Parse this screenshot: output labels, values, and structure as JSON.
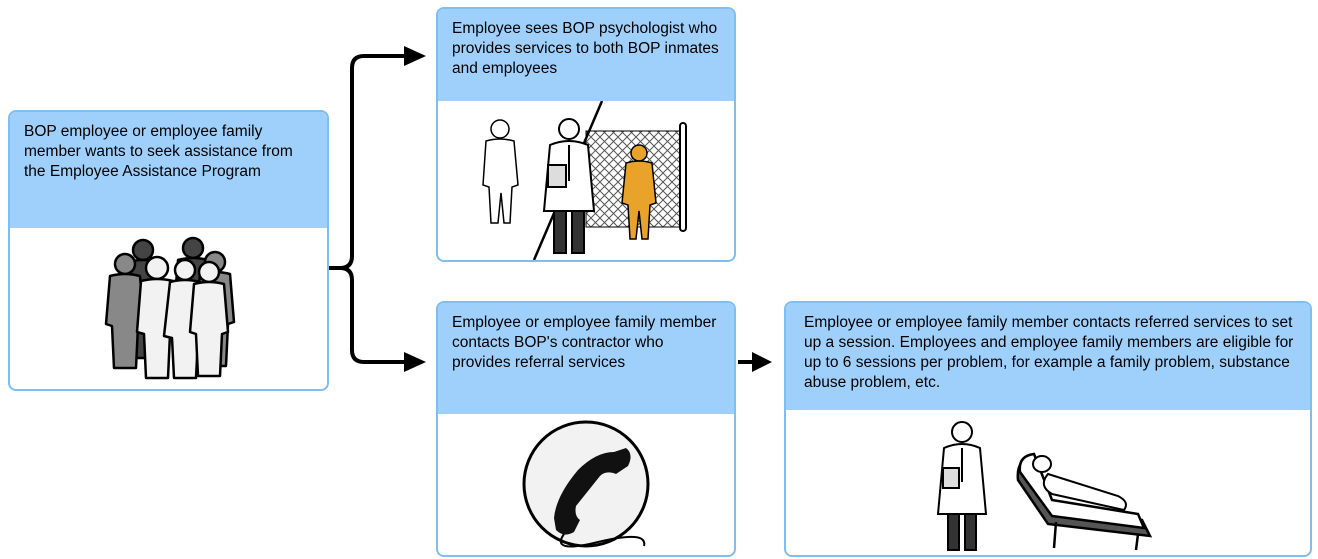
{
  "steps": {
    "start": {
      "text": "BOP employee or employee family member wants to seek assistance from the Employee Assistance Program",
      "icon": "group-of-people-icon"
    },
    "psychologist": {
      "text": "Employee sees BOP psychologist who provides services to both BOP inmates and employees",
      "icon": "psychologist-with-inmate-icon"
    },
    "contractor": {
      "text": "Employee or employee family member contacts BOP's contractor who provides referral services",
      "icon": "telephone-icon"
    },
    "session": {
      "text": "Employee or employee family member contacts referred services to set up a session.  Employees and employee family members are eligible for up to 6 sessions per problem, for example a family problem, substance abuse problem, etc.",
      "icon": "doctor-and-patient-icon"
    }
  },
  "colors": {
    "header": "#9fd0fb",
    "border": "#7fbef0",
    "inmate": "#e9a22a",
    "arrow": "#000000"
  }
}
